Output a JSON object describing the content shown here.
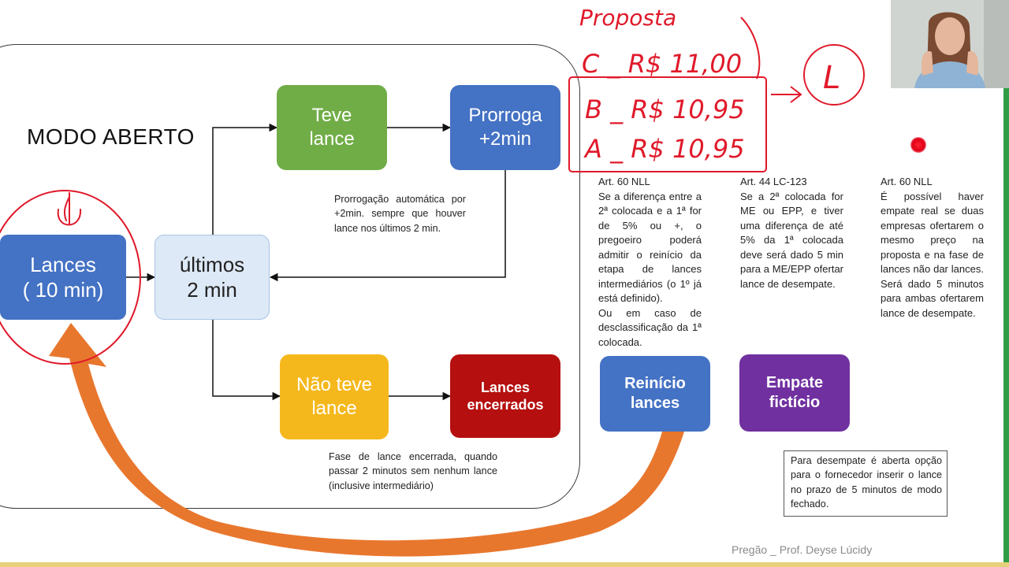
{
  "slide": {
    "title": "MODO ABERTO",
    "footer": "Pregão _ Prof. Deyse Lúcidy"
  },
  "boxes": {
    "lances": "Lances\n( 10 min)",
    "ultimos": "últimos\n2 min",
    "teve_lance": "Teve\nlance",
    "prorroga": "Prorroga\n+2min",
    "nao_teve_lance": "Não teve\nlance",
    "lances_encerrados": "Lances\nencerrados",
    "reinicio_lances": "Reinício\nlances",
    "empate_ficticio": "Empate\nfictício"
  },
  "texts": {
    "prorrogacao": "Prorrogação automática por +2min. sempre que houver lance nos últimos 2 min.",
    "fase_encerrada": "Fase de lance encerrada, quando passar 2 minutos sem nenhum lance (inclusive intermediário)",
    "art60_a_title": "Art. 60 NLL",
    "art60_a_body1": "Se a diferença entre a 2ª colocada e a 1ª for de 5% ou +, o pregoeiro poderá admitir o reinício da etapa de lances intermediários (o 1º já está definido).",
    "art60_a_body2": "Ou em caso de desclassificação da 1ª colocada.",
    "art44_title": "Art. 44 LC-123",
    "art44_body": "Se a 2ª colocada for ME ou EPP, e tiver uma diferença de até 5% da 1ª colocada deve será dado 5 min para a ME/EPP ofertar lance de desempate.",
    "art60_b_title": "Art. 60 NLL",
    "art60_b_body": "É possível haver empate real se duas empresas ofertarem o mesmo preço na proposta e na fase de lances não dar lances. Será dado 5 minutos para ambas ofertarem lance de desempate.",
    "note_box": "Para desempate é aberta opção para o fornecedor inserir o lance no prazo de 5 minutos de modo fechado."
  },
  "handwriting": {
    "heading": "Proposta",
    "line_c": "C _ R$ 11,00",
    "line_b": "B _ R$ 10,95",
    "line_a": "A _ R$ 10,95",
    "circled_letter": "L"
  },
  "colors": {
    "blue": "#4472c4",
    "light_blue": "#dde9f6",
    "green": "#70ad47",
    "amber": "#f5b81c",
    "dark_red": "#b50f0f",
    "purple": "#7030a0",
    "annotation_red": "#e0192a",
    "orange_arrow": "#e8772e"
  }
}
